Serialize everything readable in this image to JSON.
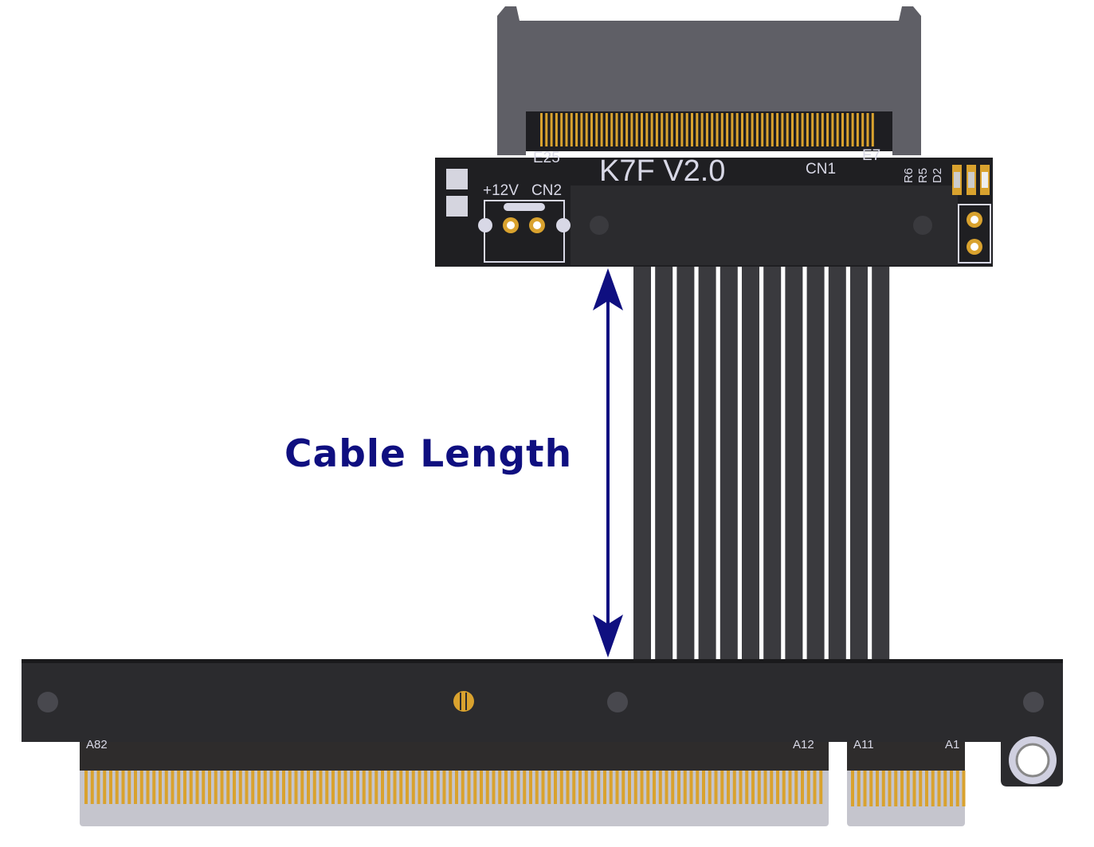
{
  "annotation": {
    "label": "Cable Length"
  },
  "top_board": {
    "model": "K7F V2.0",
    "connector_label": "CN1",
    "power_label": "+12V",
    "power_connector_label": "CN2",
    "pin_left": "E25",
    "pin_right": "E7",
    "components": [
      "R6",
      "R5",
      "D2"
    ]
  },
  "bottom_board": {
    "pin_labels": [
      "A82",
      "A12",
      "A11",
      "A1"
    ]
  },
  "colors": {
    "arrow": "#0f0f80",
    "pcb": "#2b2b2e",
    "gold": "#d9a22e",
    "cable": "#3a3a3e",
    "slot": "#5f5f66"
  }
}
